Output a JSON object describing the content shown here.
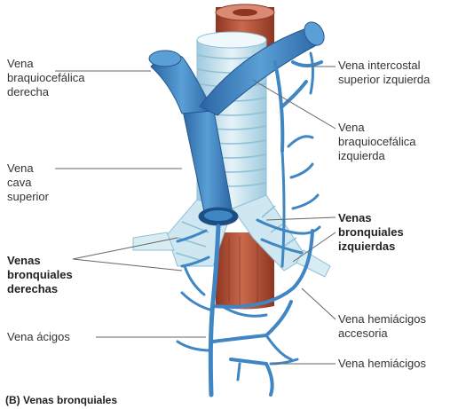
{
  "colors": {
    "vein": "#3f86c4",
    "vein_dark": "#24588f",
    "vein_light": "#8ec0e6",
    "trachea": "#b9dbe9",
    "esophagus": "#b5533a",
    "leader_line": "#666666"
  },
  "labels": {
    "vena_braquiocefalica_derecha": [
      "Vena",
      "braquiocefálica",
      "derecha"
    ],
    "vena_cava_superior": [
      "Vena",
      "cava",
      "superior"
    ],
    "venas_bronquiales_derechas": [
      "Venas",
      "bronquiales",
      "derechas"
    ],
    "vena_acigos": [
      "Vena ácigos"
    ],
    "vena_intercostal_superior_izquierda": [
      "Vena intercostal",
      "superior izquierda"
    ],
    "vena_braquiocefalica_izquierda": [
      "Vena",
      "braquiocefálica",
      "izquierda"
    ],
    "venas_bronquiales_izquierdas": [
      "Venas",
      "bronquiales",
      "izquierdas"
    ],
    "vena_hemiacigos_accesoria": [
      "Vena hemiácigos",
      "accesoria"
    ],
    "vena_hemiacigos": [
      "Vena hemiácigos"
    ]
  },
  "caption": "(B) Venas bronquiales"
}
